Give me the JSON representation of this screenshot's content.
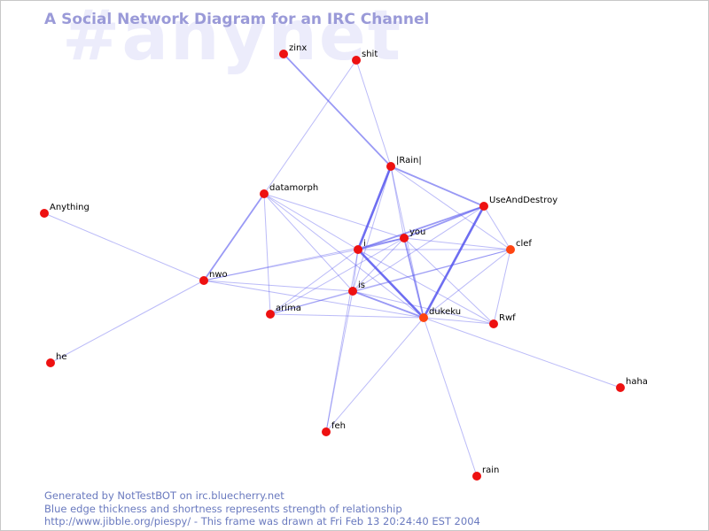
{
  "watermark": "#anynet",
  "title": "A Social Network Diagram for an IRC Channel",
  "footer": {
    "line1": "Generated by NotTestBOT on irc.bluecherry.net",
    "line2": "Blue edge thickness and shortness represents strength of relationship",
    "line3": "http://www.jibble.org/piespy/ - This frame was drawn at Fri Feb 13 20:24:40 EST 2004"
  },
  "colors": {
    "node": "#ee1111",
    "node_alt": "#ff4411",
    "edge": "#5555ee"
  },
  "nodes": [
    {
      "id": "zinx",
      "label": "zinx"
    },
    {
      "id": "shit",
      "label": "shit"
    },
    {
      "id": "Rain",
      "label": "|Rain|"
    },
    {
      "id": "datamorph",
      "label": "datamorph"
    },
    {
      "id": "UseAndDestroy",
      "label": "UseAndDestroy"
    },
    {
      "id": "Anything",
      "label": "Anything"
    },
    {
      "id": "you",
      "label": "you"
    },
    {
      "id": "i",
      "label": "i"
    },
    {
      "id": "clef",
      "label": "clef"
    },
    {
      "id": "nwo",
      "label": "nwo"
    },
    {
      "id": "is",
      "label": "is"
    },
    {
      "id": "arima",
      "label": "arima"
    },
    {
      "id": "dukeku",
      "label": "dukeku"
    },
    {
      "id": "Rwf",
      "label": "Rwf"
    },
    {
      "id": "he",
      "label": "he"
    },
    {
      "id": "haha",
      "label": "haha"
    },
    {
      "id": "feh",
      "label": "feh"
    },
    {
      "id": "rain",
      "label": "rain"
    }
  ],
  "edges": [
    {
      "source": "zinx",
      "target": "Rain",
      "weight": 2
    },
    {
      "source": "shit",
      "target": "datamorph",
      "weight": 1
    },
    {
      "source": "shit",
      "target": "Rain",
      "weight": 1
    },
    {
      "source": "Rain",
      "target": "i",
      "weight": 3
    },
    {
      "source": "Rain",
      "target": "UseAndDestroy",
      "weight": 2
    },
    {
      "source": "Rain",
      "target": "clef",
      "weight": 1
    },
    {
      "source": "Rain",
      "target": "dukeku",
      "weight": 1
    },
    {
      "source": "Rain",
      "target": "you",
      "weight": 1
    },
    {
      "source": "Rain",
      "target": "is",
      "weight": 1
    },
    {
      "source": "datamorph",
      "target": "nwo",
      "weight": 2
    },
    {
      "source": "datamorph",
      "target": "arima",
      "weight": 1
    },
    {
      "source": "datamorph",
      "target": "is",
      "weight": 1
    },
    {
      "source": "datamorph",
      "target": "i",
      "weight": 1
    },
    {
      "source": "datamorph",
      "target": "you",
      "weight": 1
    },
    {
      "source": "datamorph",
      "target": "dukeku",
      "weight": 1
    },
    {
      "source": "UseAndDestroy",
      "target": "you",
      "weight": 2
    },
    {
      "source": "UseAndDestroy",
      "target": "i",
      "weight": 2
    },
    {
      "source": "UseAndDestroy",
      "target": "dukeku",
      "weight": 3
    },
    {
      "source": "UseAndDestroy",
      "target": "clef",
      "weight": 1
    },
    {
      "source": "UseAndDestroy",
      "target": "is",
      "weight": 1
    },
    {
      "source": "Anything",
      "target": "nwo",
      "weight": 1
    },
    {
      "source": "you",
      "target": "i",
      "weight": 2
    },
    {
      "source": "you",
      "target": "dukeku",
      "weight": 2
    },
    {
      "source": "you",
      "target": "clef",
      "weight": 1
    },
    {
      "source": "you",
      "target": "Rwf",
      "weight": 1
    },
    {
      "source": "you",
      "target": "arima",
      "weight": 1
    },
    {
      "source": "you",
      "target": "is",
      "weight": 1
    },
    {
      "source": "you",
      "target": "nwo",
      "weight": 1
    },
    {
      "source": "i",
      "target": "dukeku",
      "weight": 3
    },
    {
      "source": "i",
      "target": "nwo",
      "weight": 1
    },
    {
      "source": "i",
      "target": "clef",
      "weight": 1
    },
    {
      "source": "i",
      "target": "Rwf",
      "weight": 1
    },
    {
      "source": "i",
      "target": "feh",
      "weight": 1
    },
    {
      "source": "i",
      "target": "arima",
      "weight": 1
    },
    {
      "source": "i",
      "target": "is",
      "weight": 1
    },
    {
      "source": "clef",
      "target": "dukeku",
      "weight": 1
    },
    {
      "source": "clef",
      "target": "Rwf",
      "weight": 1
    },
    {
      "source": "clef",
      "target": "is",
      "weight": 1
    },
    {
      "source": "clef",
      "target": "arima",
      "weight": 1
    },
    {
      "source": "nwo",
      "target": "is",
      "weight": 1
    },
    {
      "source": "nwo",
      "target": "dukeku",
      "weight": 1
    },
    {
      "source": "nwo",
      "target": "he",
      "weight": 1
    },
    {
      "source": "is",
      "target": "dukeku",
      "weight": 2
    },
    {
      "source": "is",
      "target": "arima",
      "weight": 1
    },
    {
      "source": "is",
      "target": "feh",
      "weight": 1
    },
    {
      "source": "is",
      "target": "Rwf",
      "weight": 1
    },
    {
      "source": "arima",
      "target": "dukeku",
      "weight": 1
    },
    {
      "source": "dukeku",
      "target": "Rwf",
      "weight": 1
    },
    {
      "source": "dukeku",
      "target": "haha",
      "weight": 1
    },
    {
      "source": "dukeku",
      "target": "feh",
      "weight": 1
    },
    {
      "source": "dukeku",
      "target": "rain",
      "weight": 1
    }
  ]
}
